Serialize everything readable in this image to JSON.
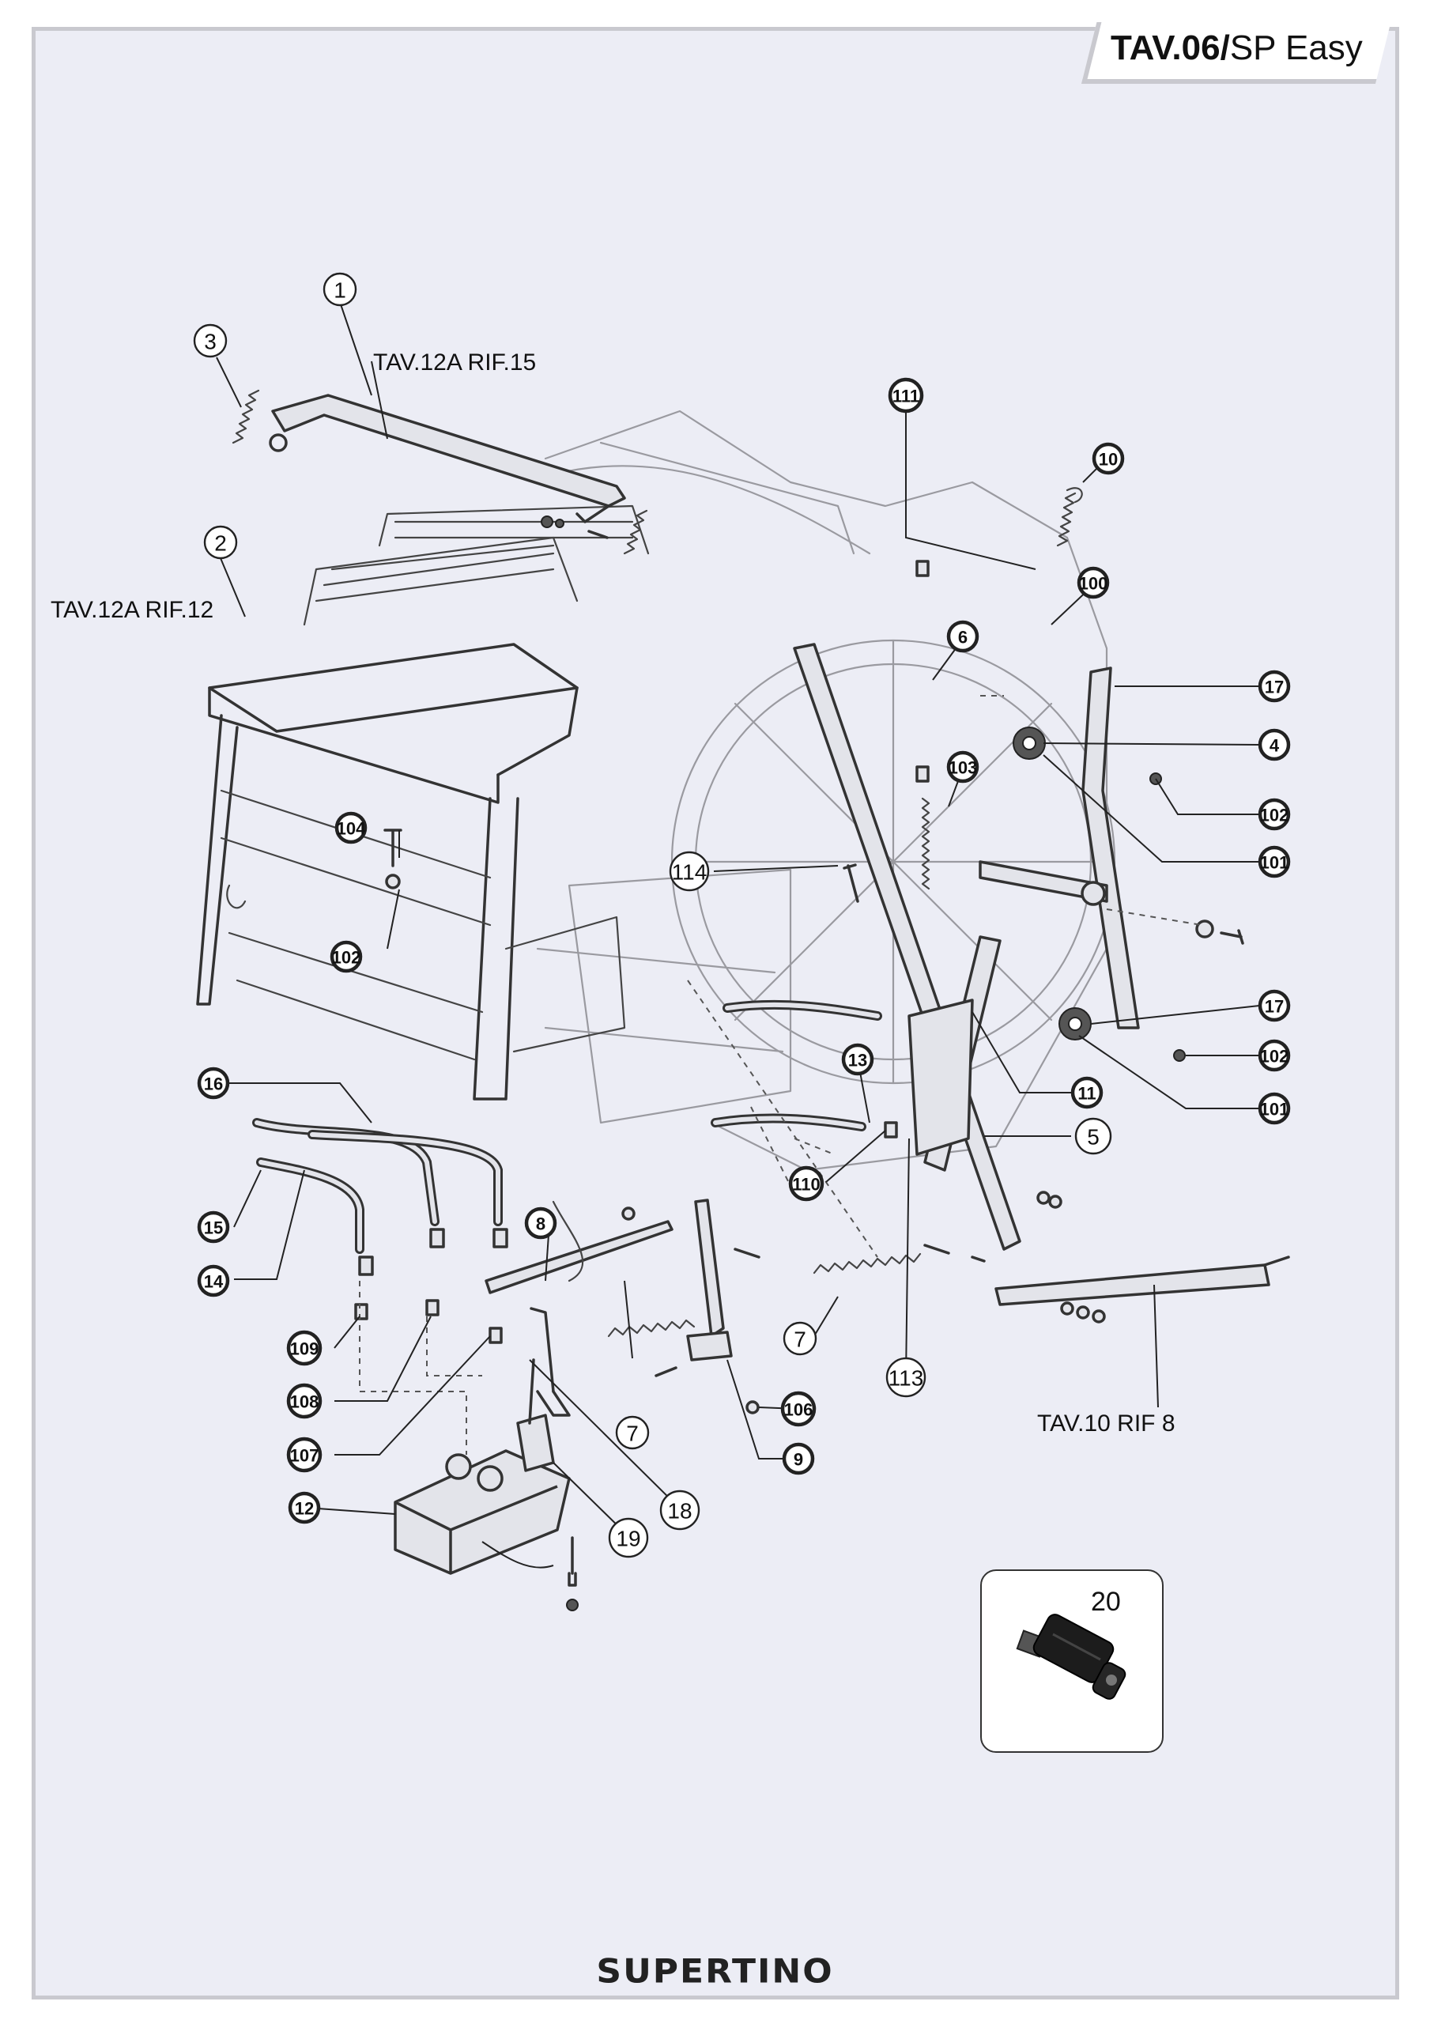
{
  "header": {
    "tab_code": "TAV.06/",
    "tab_model": "SP Easy"
  },
  "references": {
    "ref_1": "TAV.12A RIF.15",
    "ref_2": "TAV.12A RIF.12",
    "ref_3": "TAV.10 RIF 8"
  },
  "callouts": [
    {
      "label": "1",
      "style": "plain"
    },
    {
      "label": "3",
      "style": "plain"
    },
    {
      "label": "2",
      "style": "plain"
    },
    {
      "label": "111",
      "style": "bold"
    },
    {
      "label": "10",
      "style": "bold"
    },
    {
      "label": "100",
      "style": "bold"
    },
    {
      "label": "6",
      "style": "bold"
    },
    {
      "label": "17",
      "style": "bold"
    },
    {
      "label": "4",
      "style": "bold"
    },
    {
      "label": "102",
      "style": "bold"
    },
    {
      "label": "101",
      "style": "bold"
    },
    {
      "label": "103",
      "style": "bold"
    },
    {
      "label": "104",
      "style": "bold"
    },
    {
      "label": "102",
      "style": "bold"
    },
    {
      "label": "114",
      "style": "plain"
    },
    {
      "label": "17",
      "style": "bold"
    },
    {
      "label": "102",
      "style": "bold"
    },
    {
      "label": "101",
      "style": "bold"
    },
    {
      "label": "13",
      "style": "bold"
    },
    {
      "label": "11",
      "style": "bold"
    },
    {
      "label": "5",
      "style": "plain"
    },
    {
      "label": "16",
      "style": "bold"
    },
    {
      "label": "110",
      "style": "bold"
    },
    {
      "label": "15",
      "style": "bold"
    },
    {
      "label": "14",
      "style": "bold"
    },
    {
      "label": "8",
      "style": "bold"
    },
    {
      "label": "7",
      "style": "plain"
    },
    {
      "label": "113",
      "style": "plain"
    },
    {
      "label": "109",
      "style": "bold"
    },
    {
      "label": "108",
      "style": "bold"
    },
    {
      "label": "106",
      "style": "bold"
    },
    {
      "label": "107",
      "style": "bold"
    },
    {
      "label": "7",
      "style": "plain"
    },
    {
      "label": "9",
      "style": "bold"
    },
    {
      "label": "12",
      "style": "bold"
    },
    {
      "label": "18",
      "style": "plain"
    },
    {
      "label": "19",
      "style": "plain"
    }
  ],
  "inset": {
    "label": "20"
  },
  "footer": {
    "brand": "SUPERTINO"
  }
}
